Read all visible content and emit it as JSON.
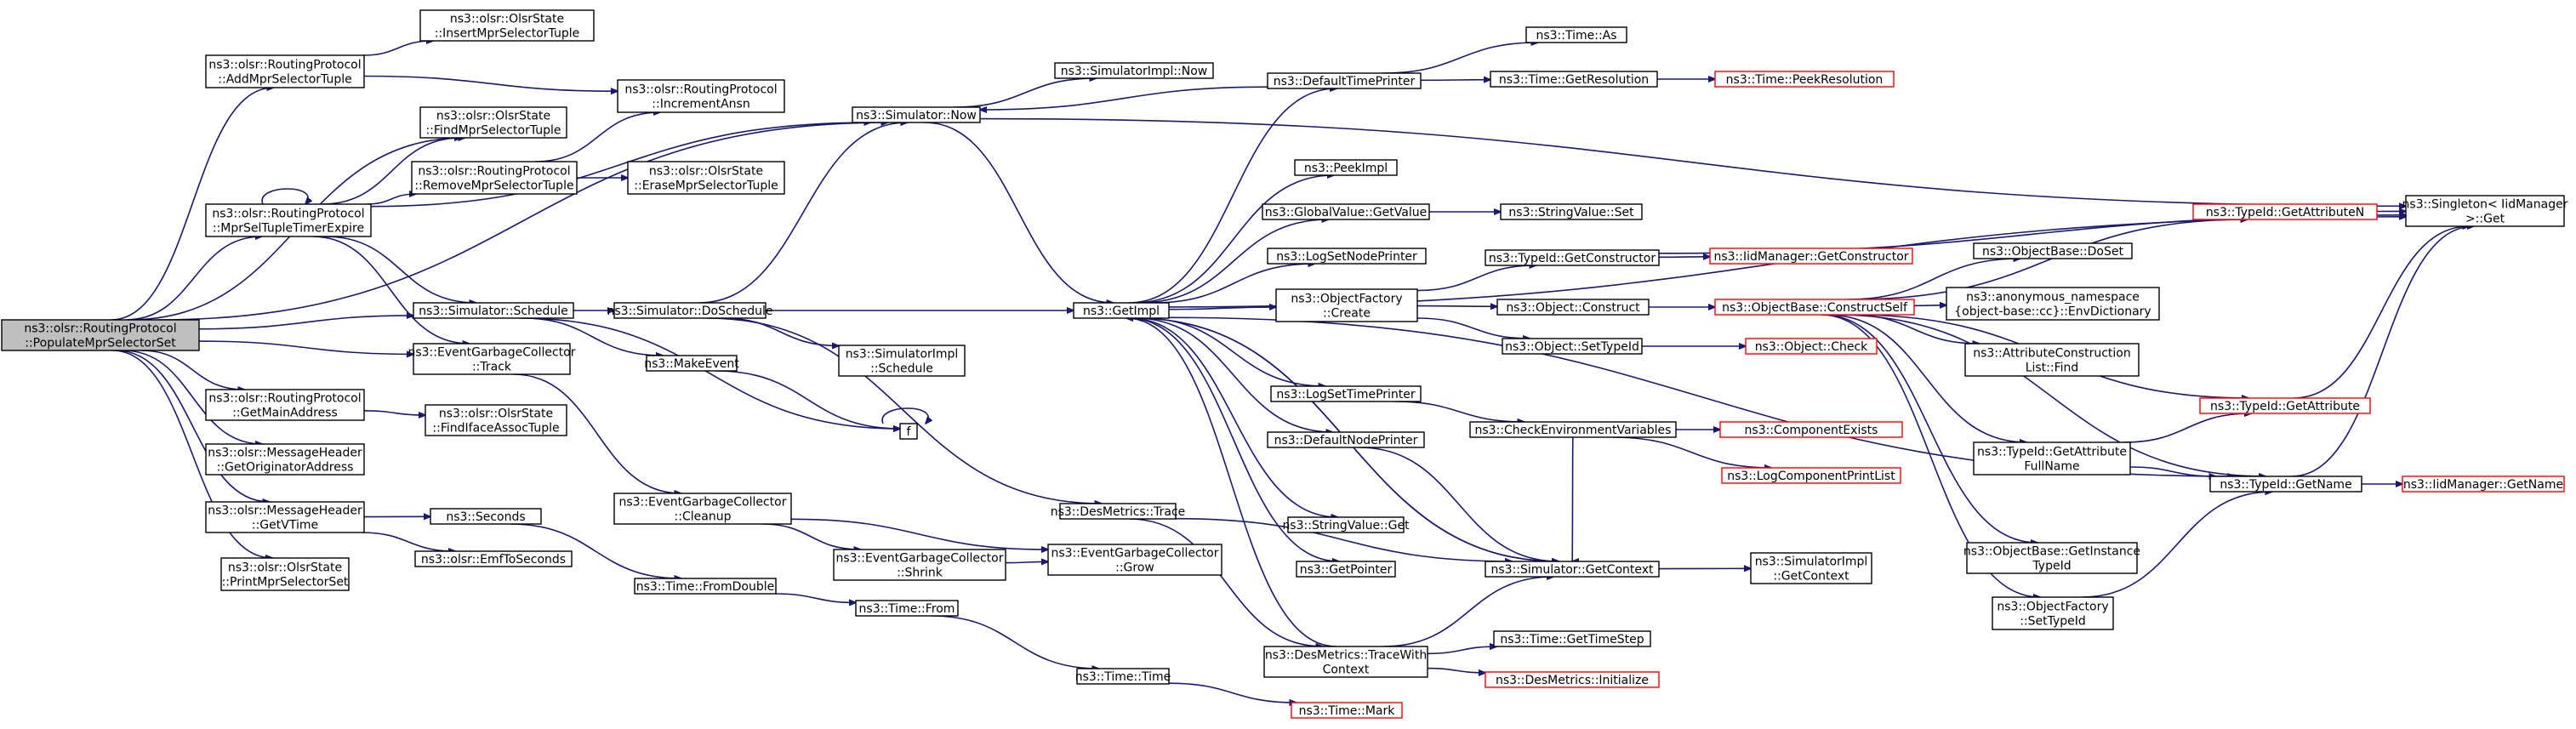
{
  "nodes": [
    {
      "id": "root",
      "lines": [
        "ns3::olsr::RoutingProtocol",
        "::PopulateMprSelectorSet"
      ],
      "style": "root"
    },
    {
      "id": "add_mpr",
      "lines": [
        "ns3::olsr::RoutingProtocol",
        "::AddMprSelectorTuple"
      ]
    },
    {
      "id": "mpr_expire",
      "lines": [
        "ns3::olsr::RoutingProtocol",
        "::MprSelTupleTimerExpire"
      ]
    },
    {
      "id": "sim_schedule",
      "lines": [
        "ns3::Simulator::Schedule"
      ]
    },
    {
      "id": "egc_track",
      "lines": [
        "ns3::EventGarbageCollector",
        "::Track"
      ]
    },
    {
      "id": "get_main",
      "lines": [
        "ns3::olsr::RoutingProtocol",
        "::GetMainAddress"
      ]
    },
    {
      "id": "get_orig",
      "lines": [
        "ns3::olsr::MessageHeader",
        "::GetOriginatorAddress"
      ]
    },
    {
      "id": "get_vtime",
      "lines": [
        "ns3::olsr::MessageHeader",
        "::GetVTime"
      ]
    },
    {
      "id": "print_mpr",
      "lines": [
        "ns3::olsr::OlsrState",
        "::PrintMprSelectorSet"
      ]
    },
    {
      "id": "insert_mpr",
      "lines": [
        "ns3::olsr::OlsrState",
        "::InsertMprSelectorTuple"
      ]
    },
    {
      "id": "inc_ansn",
      "lines": [
        "ns3::olsr::RoutingProtocol",
        "::IncrementAnsn"
      ]
    },
    {
      "id": "find_mpr",
      "lines": [
        "ns3::olsr::OlsrState",
        "::FindMprSelectorTuple"
      ]
    },
    {
      "id": "remove_mpr",
      "lines": [
        "ns3::olsr::RoutingProtocol",
        "::RemoveMprSelectorTuple"
      ]
    },
    {
      "id": "erase_mpr",
      "lines": [
        "ns3::olsr::OlsrState",
        "::EraseMprSelectorTuple"
      ]
    },
    {
      "id": "find_iface",
      "lines": [
        "ns3::olsr::OlsrState",
        "::FindIfaceAssocTuple"
      ]
    },
    {
      "id": "seconds",
      "lines": [
        "ns3::Seconds"
      ]
    },
    {
      "id": "emf",
      "lines": [
        "ns3::olsr::EmfToSeconds"
      ]
    },
    {
      "id": "sim_now",
      "lines": [
        "ns3::Simulator::Now"
      ]
    },
    {
      "id": "sim_dosched",
      "lines": [
        "ns3::Simulator::DoSchedule"
      ]
    },
    {
      "id": "make_event",
      "lines": [
        "ns3::MakeEvent"
      ]
    },
    {
      "id": "egc_cleanup",
      "lines": [
        "ns3::EventGarbageCollector",
        "::Cleanup"
      ]
    },
    {
      "id": "from_double",
      "lines": [
        "ns3::Time::FromDouble"
      ]
    },
    {
      "id": "f",
      "lines": [
        "f"
      ]
    },
    {
      "id": "simimpl_now",
      "lines": [
        "ns3::SimulatorImpl::Now"
      ]
    },
    {
      "id": "simimpl_sched",
      "lines": [
        "ns3::SimulatorImpl",
        "::Schedule"
      ]
    },
    {
      "id": "des_trace",
      "lines": [
        "ns3::DesMetrics::Trace"
      ]
    },
    {
      "id": "egc_shrink",
      "lines": [
        "ns3::EventGarbageCollector",
        "::Shrink"
      ]
    },
    {
      "id": "egc_grow",
      "lines": [
        "ns3::EventGarbageCollector",
        "::Grow"
      ]
    },
    {
      "id": "time_from",
      "lines": [
        "ns3::Time::From"
      ]
    },
    {
      "id": "time_time",
      "lines": [
        "ns3::Time::Time"
      ]
    },
    {
      "id": "get_impl",
      "lines": [
        "ns3::GetImpl"
      ]
    },
    {
      "id": "def_time_printer",
      "lines": [
        "ns3::DefaultTimePrinter"
      ]
    },
    {
      "id": "peek_impl",
      "lines": [
        "ns3::PeekImpl"
      ]
    },
    {
      "id": "global_value",
      "lines": [
        "ns3::GlobalValue::GetValue"
      ]
    },
    {
      "id": "log_node_printer",
      "lines": [
        "ns3::LogSetNodePrinter"
      ]
    },
    {
      "id": "obj_factory_create",
      "lines": [
        "ns3::ObjectFactory",
        "::Create"
      ]
    },
    {
      "id": "log_time_printer",
      "lines": [
        "ns3::LogSetTimePrinter"
      ]
    },
    {
      "id": "def_node_printer",
      "lines": [
        "ns3::DefaultNodePrinter"
      ]
    },
    {
      "id": "strval_get",
      "lines": [
        "ns3::StringValue::Get"
      ]
    },
    {
      "id": "get_pointer",
      "lines": [
        "ns3::GetPointer"
      ]
    },
    {
      "id": "des_tracewith",
      "lines": [
        "ns3::DesMetrics::TraceWith",
        "Context"
      ]
    },
    {
      "id": "time_mark",
      "lines": [
        "ns3::Time::Mark"
      ],
      "style": "red"
    },
    {
      "id": "time_as",
      "lines": [
        "ns3::Time::As"
      ]
    },
    {
      "id": "time_getres",
      "lines": [
        "ns3::Time::GetResolution"
      ]
    },
    {
      "id": "time_peekres",
      "lines": [
        "ns3::Time::PeekResolution"
      ],
      "style": "red"
    },
    {
      "id": "strval_set",
      "lines": [
        "ns3::StringValue::Set"
      ]
    },
    {
      "id": "typeid_getctor",
      "lines": [
        "ns3::TypeId::GetConstructor"
      ]
    },
    {
      "id": "iid_getctor",
      "lines": [
        "ns3::IidManager::GetConstructor"
      ],
      "style": "red"
    },
    {
      "id": "obj_construct",
      "lines": [
        "ns3::Object::Construct"
      ]
    },
    {
      "id": "obj_settypeid",
      "lines": [
        "ns3::Object::SetTypeId"
      ]
    },
    {
      "id": "obj_check",
      "lines": [
        "ns3::Object::Check"
      ],
      "style": "red"
    },
    {
      "id": "check_env",
      "lines": [
        "ns3::CheckEnvironmentVariables"
      ]
    },
    {
      "id": "comp_exists",
      "lines": [
        "ns3::ComponentExists"
      ],
      "style": "red"
    },
    {
      "id": "log_comp_print",
      "lines": [
        "ns3::LogComponentPrintList"
      ],
      "style": "red"
    },
    {
      "id": "sim_getctx",
      "lines": [
        "ns3::Simulator::GetContext"
      ]
    },
    {
      "id": "simimpl_getctx",
      "lines": [
        "ns3::SimulatorImpl",
        "::GetContext"
      ]
    },
    {
      "id": "time_gettimestep",
      "lines": [
        "ns3::Time::GetTimeStep"
      ]
    },
    {
      "id": "des_init",
      "lines": [
        "ns3::DesMetrics::Initialize"
      ],
      "style": "red"
    },
    {
      "id": "objbase_construct",
      "lines": [
        "ns3::ObjectBase::ConstructSelf"
      ],
      "style": "red"
    },
    {
      "id": "typeid_getattrn",
      "lines": [
        "ns3::TypeId::GetAttributeN"
      ],
      "style": "red"
    },
    {
      "id": "objbase_doset",
      "lines": [
        "ns3::ObjectBase::DoSet"
      ]
    },
    {
      "id": "anon_envdict",
      "lines": [
        "ns3::anonymous_namespace",
        "{object-base::cc}::EnvDictionary"
      ]
    },
    {
      "id": "attr_construct_find",
      "lines": [
        "ns3::AttributeConstruction",
        "List::Find"
      ]
    },
    {
      "id": "typeid_getattr",
      "lines": [
        "ns3::TypeId::GetAttribute"
      ],
      "style": "red"
    },
    {
      "id": "typeid_getattrfull",
      "lines": [
        "ns3::TypeId::GetAttribute",
        "FullName"
      ]
    },
    {
      "id": "typeid_getname",
      "lines": [
        "ns3::TypeId::GetName"
      ]
    },
    {
      "id": "iid_getname",
      "lines": [
        "ns3::IidManager::GetName"
      ],
      "style": "red"
    },
    {
      "id": "objbase_getinst",
      "lines": [
        "ns3::ObjectBase::GetInstance",
        "TypeId"
      ]
    },
    {
      "id": "objfactory_settypeid",
      "lines": [
        "ns3::ObjectFactory",
        "::SetTypeId"
      ]
    },
    {
      "id": "singleton_get",
      "lines": [
        "ns3::Singleton< IidManager",
        ">::Get"
      ]
    }
  ],
  "edges": [
    [
      "root",
      "add_mpr"
    ],
    [
      "root",
      "mpr_expire"
    ],
    [
      "root",
      "sim_schedule"
    ],
    [
      "root",
      "egc_track"
    ],
    [
      "root",
      "get_main"
    ],
    [
      "root",
      "get_orig"
    ],
    [
      "root",
      "get_vtime"
    ],
    [
      "root",
      "print_mpr"
    ],
    [
      "root",
      "find_mpr"
    ],
    [
      "root",
      "sim_now"
    ],
    [
      "add_mpr",
      "insert_mpr"
    ],
    [
      "add_mpr",
      "inc_ansn"
    ],
    [
      "mpr_expire",
      "find_mpr"
    ],
    [
      "mpr_expire",
      "remove_mpr"
    ],
    [
      "mpr_expire",
      "mpr_expire"
    ],
    [
      "mpr_expire",
      "sim_now"
    ],
    [
      "mpr_expire",
      "sim_schedule"
    ],
    [
      "mpr_expire",
      "egc_track"
    ],
    [
      "remove_mpr",
      "inc_ansn"
    ],
    [
      "remove_mpr",
      "erase_mpr"
    ],
    [
      "get_main",
      "find_iface"
    ],
    [
      "get_vtime",
      "seconds"
    ],
    [
      "get_vtime",
      "emf"
    ],
    [
      "sim_schedule",
      "sim_dosched"
    ],
    [
      "sim_schedule",
      "make_event"
    ],
    [
      "sim_schedule",
      "f"
    ],
    [
      "egc_track",
      "egc_cleanup"
    ],
    [
      "seconds",
      "from_double"
    ],
    [
      "make_event",
      "f"
    ],
    [
      "f",
      "f"
    ],
    [
      "sim_now",
      "simimpl_now"
    ],
    [
      "sim_now",
      "get_impl"
    ],
    [
      "sim_dosched",
      "get_impl"
    ],
    [
      "sim_dosched",
      "simimpl_sched"
    ],
    [
      "sim_dosched",
      "des_trace"
    ],
    [
      "sim_dosched",
      "sim_now"
    ],
    [
      "egc_cleanup",
      "egc_shrink"
    ],
    [
      "egc_cleanup",
      "egc_grow"
    ],
    [
      "egc_shrink",
      "egc_grow"
    ],
    [
      "from_double",
      "time_from"
    ],
    [
      "time_from",
      "time_time"
    ],
    [
      "time_time",
      "time_mark"
    ],
    [
      "des_trace",
      "des_tracewith"
    ],
    [
      "des_trace",
      "sim_getctx"
    ],
    [
      "get_impl",
      "def_time_printer"
    ],
    [
      "get_impl",
      "peek_impl"
    ],
    [
      "get_impl",
      "global_value"
    ],
    [
      "get_impl",
      "log_node_printer"
    ],
    [
      "get_impl",
      "obj_factory_create"
    ],
    [
      "get_impl",
      "log_time_printer"
    ],
    [
      "get_impl",
      "def_node_printer"
    ],
    [
      "get_impl",
      "strval_get"
    ],
    [
      "get_impl",
      "get_pointer"
    ],
    [
      "get_impl",
      "singleton_get"
    ],
    [
      "get_impl",
      "typeid_getname"
    ],
    [
      "get_impl",
      "sim_getctx"
    ],
    [
      "def_time_printer",
      "time_as"
    ],
    [
      "def_time_printer",
      "time_getres"
    ],
    [
      "def_time_printer",
      "sim_now"
    ],
    [
      "time_getres",
      "time_peekres"
    ],
    [
      "global_value",
      "strval_set"
    ],
    [
      "obj_factory_create",
      "typeid_getctor"
    ],
    [
      "obj_factory_create",
      "obj_construct"
    ],
    [
      "obj_factory_create",
      "obj_settypeid"
    ],
    [
      "typeid_getctor",
      "iid_getctor"
    ],
    [
      "typeid_getctor",
      "singleton_get"
    ],
    [
      "obj_construct",
      "objbase_construct"
    ],
    [
      "obj_settypeid",
      "obj_check"
    ],
    [
      "log_time_printer",
      "check_env"
    ],
    [
      "check_env",
      "comp_exists"
    ],
    [
      "check_env",
      "log_comp_print"
    ],
    [
      "check_env",
      "sim_getctx"
    ],
    [
      "def_node_printer",
      "sim_getctx"
    ],
    [
      "sim_getctx",
      "simimpl_getctx"
    ],
    [
      "sim_getctx",
      "get_impl"
    ],
    [
      "des_tracewith",
      "time_gettimestep"
    ],
    [
      "des_tracewith",
      "des_init"
    ],
    [
      "des_tracewith",
      "sim_getctx"
    ],
    [
      "des_tracewith",
      "get_impl"
    ],
    [
      "objbase_construct",
      "typeid_getattrn"
    ],
    [
      "objbase_construct",
      "objbase_doset"
    ],
    [
      "objbase_construct",
      "anon_envdict"
    ],
    [
      "objbase_construct",
      "attr_construct_find"
    ],
    [
      "objbase_construct",
      "typeid_getattr"
    ],
    [
      "objbase_construct",
      "typeid_getattrfull"
    ],
    [
      "objbase_construct",
      "typeid_getname"
    ],
    [
      "objbase_construct",
      "objbase_getinst"
    ],
    [
      "objbase_construct",
      "objfactory_settypeid"
    ],
    [
      "typeid_getattrn",
      "singleton_get"
    ],
    [
      "typeid_getattr",
      "singleton_get"
    ],
    [
      "typeid_getattrfull",
      "typeid_getattr"
    ],
    [
      "typeid_getattrfull",
      "typeid_getname"
    ],
    [
      "typeid_getname",
      "iid_getname"
    ],
    [
      "typeid_getname",
      "singleton_get"
    ],
    [
      "objfactory_settypeid",
      "typeid_getname"
    ],
    [
      "sim_now",
      "singleton_get"
    ]
  ]
}
